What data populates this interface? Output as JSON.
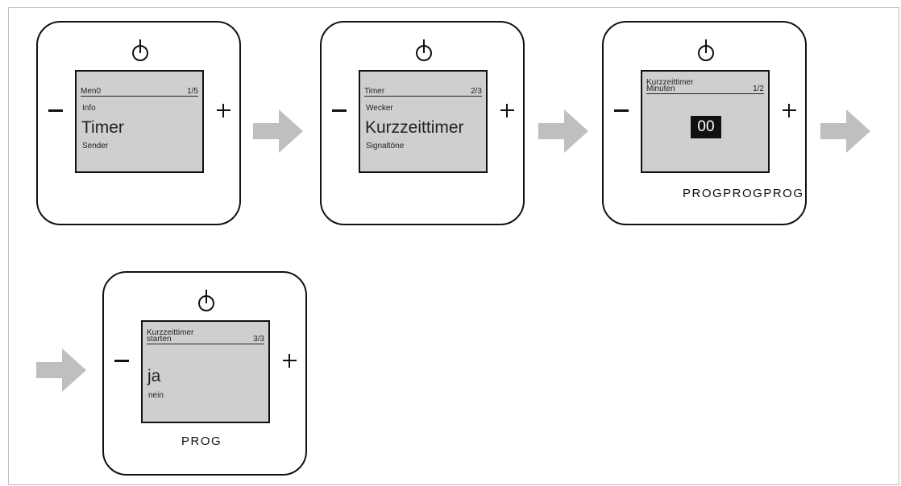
{
  "colors": {
    "screen_bg": "#cfcfcf",
    "arrow": "#bfbfbf",
    "outline": "#111111",
    "frame": "#bdbdbd"
  },
  "icons": {
    "power": "power-icon",
    "arrow": "arrow-right-icon"
  },
  "devices": [
    {
      "screen": {
        "header_left": "Men0",
        "header_right": "1/5",
        "item_above": "Info",
        "item_selected": "Timer",
        "item_below": "Sender"
      },
      "minus": "−",
      "plus": "+"
    },
    {
      "screen": {
        "header_left": "Timer",
        "header_right": "2/3",
        "item_above": "Wecker",
        "item_selected": "Kurzzeittimer",
        "item_below": "Signaltöne"
      },
      "minus": "−",
      "plus": "+"
    },
    {
      "screen": {
        "header_left_line1": "Kurzzeittimer",
        "header_left_line2": "Minuten",
        "header_right": "1/2",
        "value": "00"
      },
      "prog_label": "PROGPROGPROG",
      "minus": "−",
      "plus": "+"
    },
    {
      "screen": {
        "header_left_line1": "Kurzzeittimer",
        "header_left_line2": "starten",
        "header_right": "3/3",
        "item_selected": "ja",
        "item_below": "nein"
      },
      "prog_label": "PROG",
      "minus": "−",
      "plus": "+"
    }
  ]
}
